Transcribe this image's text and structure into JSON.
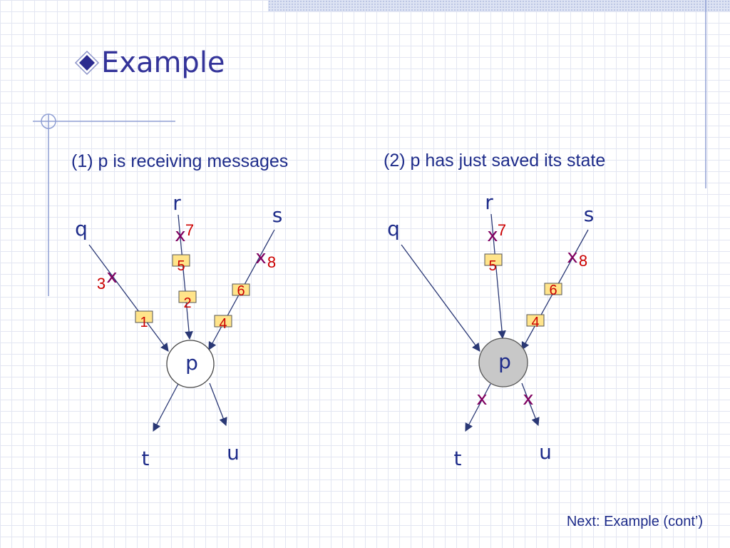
{
  "slide": {
    "title": "Example",
    "next_link": "Next: Example (cont’)",
    "colors": {
      "accent": "#333399",
      "text": "#1e2c8a",
      "loss_mark": "#800060",
      "number": "#cc0000",
      "message_box": "#ffe48a",
      "saved_process": "#c8c8c8"
    },
    "icons": {
      "bullet": "diamond-bullet-icon"
    }
  },
  "diagram1": {
    "caption": "(1) p is receiving messages",
    "process": "p",
    "process_saved": false,
    "nodes": {
      "q": "q",
      "r": "r",
      "s": "s",
      "t": "t",
      "u": "u"
    },
    "lost_marks": [
      {
        "channel": "q",
        "mark": "x",
        "number": "3"
      },
      {
        "channel": "r",
        "mark": "x",
        "number": "7"
      },
      {
        "channel": "s",
        "mark": "x",
        "number": "8"
      }
    ],
    "in_transit": [
      {
        "channel": "q",
        "number": "1"
      },
      {
        "channel": "r",
        "number": "5"
      },
      {
        "channel": "r",
        "number": "2"
      },
      {
        "channel": "s",
        "number": "6"
      },
      {
        "channel": "s",
        "number": "4"
      }
    ]
  },
  "diagram2": {
    "caption": "(2) p has just saved its state",
    "process": "p",
    "process_saved": true,
    "nodes": {
      "q": "q",
      "r": "r",
      "s": "s",
      "t": "t",
      "u": "u"
    },
    "lost_marks": [
      {
        "channel": "r",
        "mark": "x",
        "number": "7"
      },
      {
        "channel": "s",
        "mark": "x",
        "number": "8"
      },
      {
        "channel": "t",
        "mark": "x"
      },
      {
        "channel": "u",
        "mark": "x"
      }
    ],
    "in_transit": [
      {
        "channel": "r",
        "number": "5"
      },
      {
        "channel": "s",
        "number": "6"
      },
      {
        "channel": "s",
        "number": "4"
      }
    ]
  }
}
